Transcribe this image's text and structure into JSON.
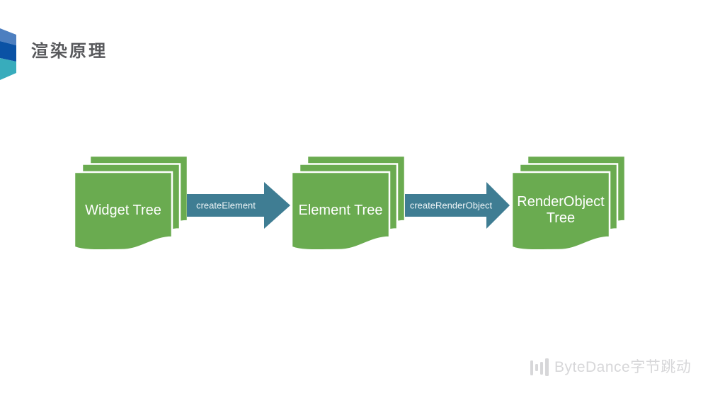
{
  "slide": {
    "title": "渲染原理",
    "background": "#ffffff"
  },
  "decoration": {
    "name": "three-band-cube-accent",
    "colors": [
      "#4d7fc0",
      "#0a52a5",
      "#38acbc"
    ]
  },
  "diagram": {
    "type": "flowchart",
    "node_color": "#6aab50",
    "node_stroke": "#ffffff",
    "node_text_color": "#ffffff",
    "arrow_color": "#3f7d93",
    "nodes": [
      {
        "label": "Widget Tree"
      },
      {
        "label": "Element Tree"
      },
      {
        "label": "RenderObject Tree"
      }
    ],
    "arrows": [
      {
        "label": "createElement",
        "from": "Widget Tree",
        "to": "Element Tree"
      },
      {
        "label": "createRenderObject",
        "from": "Element Tree",
        "to": "RenderObject Tree"
      }
    ]
  },
  "footer": {
    "brand": "ByteDance字节跳动",
    "logo_icon": "bytedance-bars-icon",
    "color": "#d7d7d9"
  }
}
